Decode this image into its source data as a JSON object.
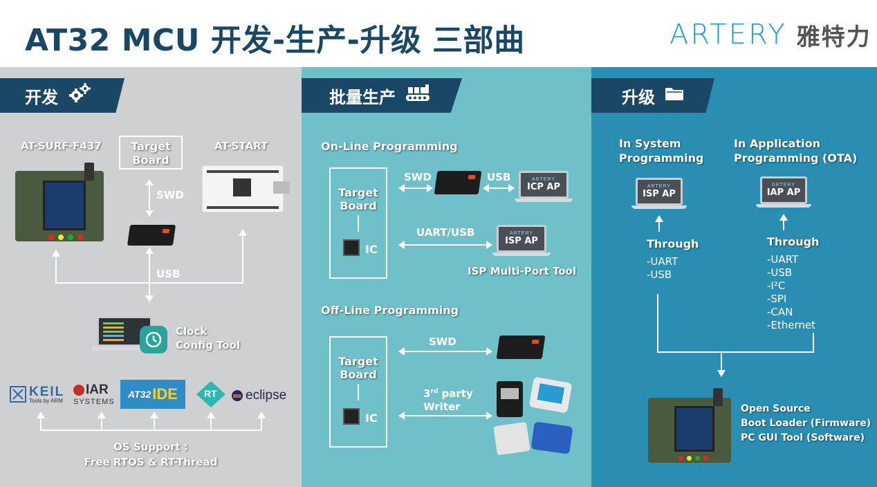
{
  "header": {
    "title": "AT32 MCU 开发-生产-升级 三部曲",
    "logo_text": "ARTERY",
    "logo_cn": "雅特力"
  },
  "dev": {
    "tag": "开发",
    "board_left": "AT-SURF-F437",
    "target_board": "Target Board",
    "board_right": "AT-START",
    "swd": "SWD",
    "usb": "USB",
    "clock_tool_line1": "Clock",
    "clock_tool_line2": "Config Tool",
    "tools": {
      "keil": "KEIL",
      "keil_sub": "Tools by ARM",
      "iar": "IAR",
      "iar_sub": "SYSTEMS",
      "at32": "AT32",
      "ide": "IDE",
      "rt": "RT",
      "eclipse": "eclipse"
    },
    "os_line1": "OS Support :",
    "os_line2": "Free RTOS & RT-Thread"
  },
  "prod": {
    "tag": "批量生产",
    "online_title": "On-Line Programming",
    "target_line1": "Target",
    "target_line2": "Board",
    "ic": "IC",
    "swd": "SWD",
    "usb": "USB",
    "icp_ap": "ICP AP",
    "uart_usb": "UART/USB",
    "isp_ap": "ISP AP",
    "isp_tool": "ISP Multi-Port Tool",
    "offline_title": "Off-Line Programming",
    "swd2": "SWD",
    "third_party_1": "3",
    "third_party_sup": "rd",
    "third_party_2": " party",
    "writer": "Writer"
  },
  "upgrade": {
    "tag": "升级",
    "isp_title1": "In System",
    "isp_title2": "Programming",
    "iap_title1": "In Application",
    "iap_title2": "Programming (OTA)",
    "isp_ap": "ISP AP",
    "iap_ap": "IAP AP",
    "through": "Through",
    "isp_items": [
      "-UART",
      "-USB"
    ],
    "iap_items": [
      "-UART",
      "-USB",
      "-I²C",
      "-SPI",
      "-CAN",
      "-Ethernet"
    ],
    "open_source": "Open Source",
    "boot_loader": "Boot Loader (Firmware)",
    "pc_gui": "PC GUI  Tool (Software)"
  },
  "lap_mini": "ARTERY",
  "colors": {
    "navy": "#1b4767",
    "grey_panel": "#cfd0d1",
    "teal_panel": "#6fc0c8",
    "blue_panel": "#2a8eb3",
    "logo_blue": "#1b9cd8"
  }
}
